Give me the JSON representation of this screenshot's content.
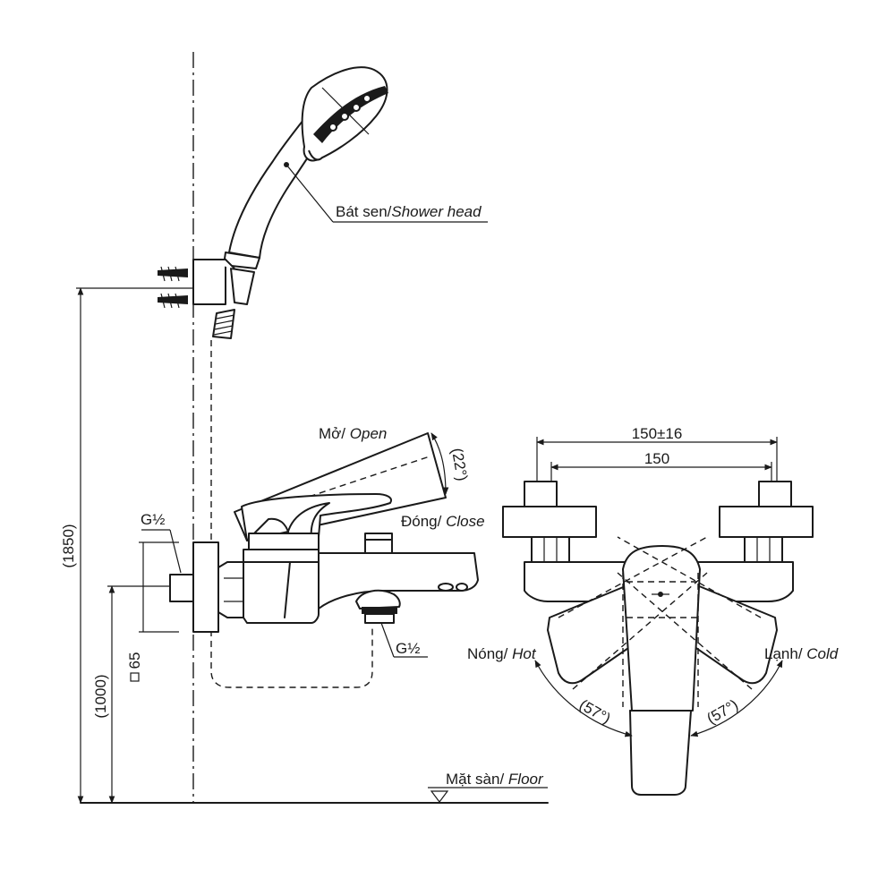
{
  "labels": {
    "shower_head_vi": "Bát sen/",
    "shower_head_en": "Shower head",
    "open_vi": "Mở/ ",
    "open_en": "Open",
    "open_angle": "(22°)",
    "close_vi": "Đóng/ ",
    "close_en": "Close",
    "inlet_thread": "G½",
    "outlet_thread": "G½",
    "hot_vi": "Nóng/ ",
    "hot_en": "Hot",
    "cold_vi": "Lạnh/ ",
    "cold_en": "Cold",
    "hot_angle": "(57°)",
    "cold_angle": "(57°)",
    "floor_vi": "Mặt sàn/ ",
    "floor_en": "Floor"
  },
  "dimensions": {
    "height_total": "(1850)",
    "height_mixer": "(1000)",
    "square_65": "65",
    "width_adjust": "150±16",
    "width_nominal": "150"
  },
  "colors": {
    "line": "#1a1a1a",
    "background": "#ffffff"
  }
}
